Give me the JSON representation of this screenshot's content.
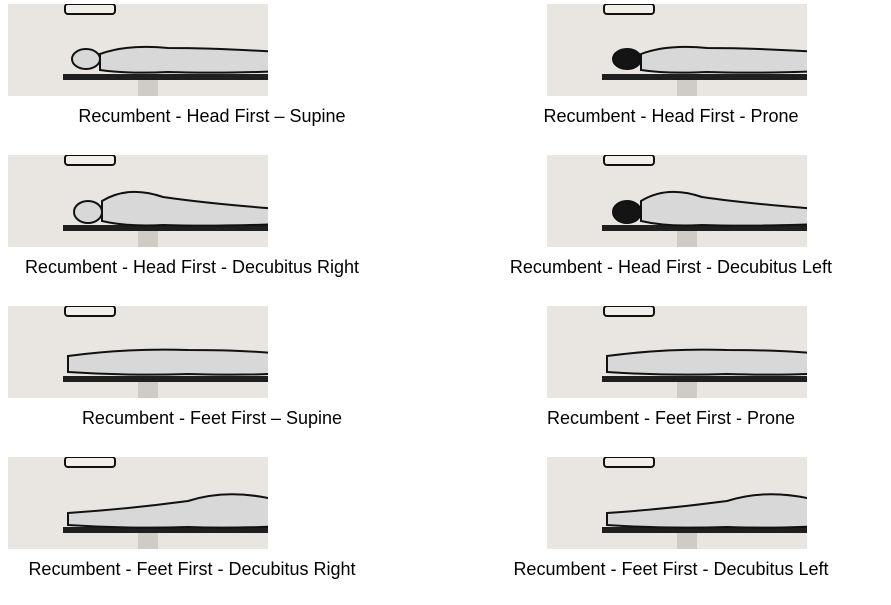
{
  "positions": [
    {
      "id": "hfs",
      "label": "Recumbent - Head First – Supine",
      "lines": 1,
      "direction": "head-first",
      "pose": "supine"
    },
    {
      "id": "hfp",
      "label": "Recumbent - Head First - Prone",
      "lines": 1,
      "direction": "head-first",
      "pose": "prone"
    },
    {
      "id": "hfdr",
      "label": "Recumbent - Head First - Decubitus Right",
      "lines": 2,
      "direction": "head-first",
      "pose": "decubitus-right"
    },
    {
      "id": "hfdl",
      "label": "Recumbent - Head First - Decubitus Left",
      "lines": 1,
      "direction": "head-first",
      "pose": "decubitus-left"
    },
    {
      "id": "ffs",
      "label": "Recumbent - Feet First – Supine",
      "lines": 1,
      "direction": "feet-first",
      "pose": "supine"
    },
    {
      "id": "ffp",
      "label": "Recumbent - Feet First - Prone",
      "lines": 1,
      "direction": "feet-first",
      "pose": "prone"
    },
    {
      "id": "ffdr",
      "label": "Recumbent - Feet First - Decubitus Right",
      "lines": 2,
      "direction": "feet-first",
      "pose": "decubitus-right"
    },
    {
      "id": "ffdl",
      "label": "Recumbent - Feet First - Decubitus Left",
      "lines": 1,
      "direction": "feet-first",
      "pose": "decubitus-left"
    }
  ],
  "colors": {
    "panel": "#e9e5e1",
    "table": "#1f1f1f",
    "body": "#d8d8d8",
    "outline": "#111111",
    "hair": "#141414",
    "gantry": "#f2efea"
  }
}
